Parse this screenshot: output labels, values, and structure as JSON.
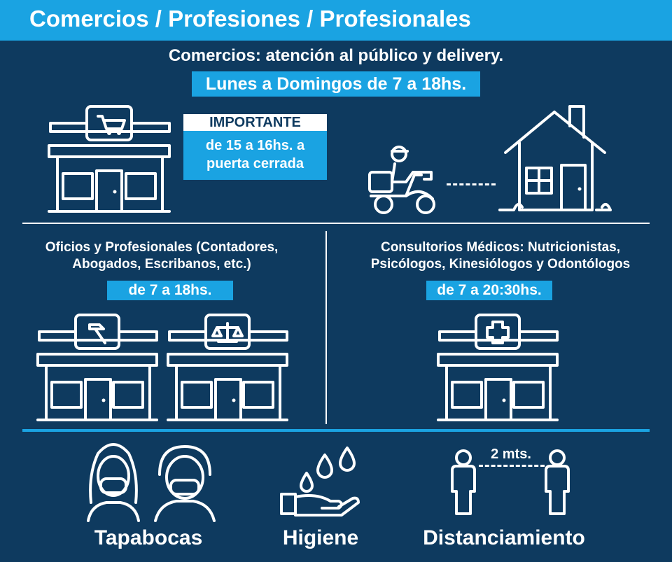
{
  "header": {
    "title": "Comercios / Profesiones / Profesionales"
  },
  "comercios": {
    "line1": "Comercios: atención al público y delivery.",
    "hours": "Lunes a Domingos de 7 a 18hs.",
    "important_label": "IMPORTANTE",
    "important_line1": "de 15 a 16hs. a",
    "important_line2": "puerta cerrada"
  },
  "oficios": {
    "line1": "Oficios y Profesionales (Contadores,",
    "line2": "Abogados, Escribanos, etc.)",
    "hours": "de 7 a 18hs."
  },
  "consultorios": {
    "line1": "Consultorios Médicos: Nutricionistas,",
    "line2": "Psicólogos, Kinesiólogos y Odontólogos",
    "hours": "de 7 a 20:30hs."
  },
  "footer": {
    "distance_label": "2 mts.",
    "tapabocas": "Tapabocas",
    "higiene": "Higiene",
    "distanciamiento": "Distanciamiento"
  },
  "icons": [
    "store-cart-icon",
    "delivery-scooter-icon",
    "house-icon",
    "store-hammer-icon",
    "store-scale-icon",
    "store-medical-cross-icon",
    "masked-people-icon",
    "hand-wash-icon",
    "distance-people-icon"
  ],
  "colors": {
    "background": "#0e3a5f",
    "accent": "#1aa3e2",
    "text": "#ffffff"
  }
}
